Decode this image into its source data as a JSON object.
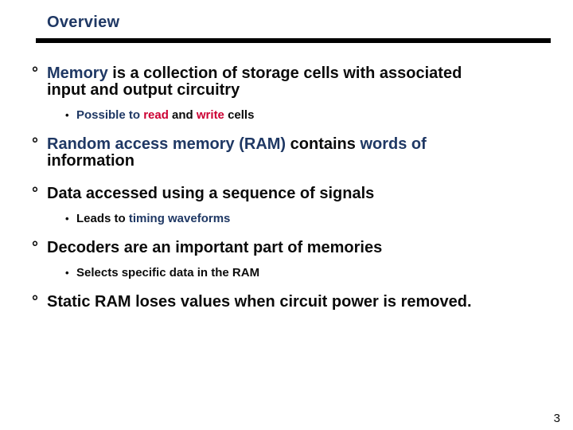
{
  "slide": {
    "title": "Overview",
    "page_number": "3",
    "colors": {
      "navy": "#1F3864",
      "red": "#CC0033",
      "black": "#0b0b0b",
      "rule": "#000000"
    },
    "bullets": [
      {
        "level": 1,
        "marker": "°",
        "lines": [
          [
            {
              "t": "Memory",
              "c": "navy"
            },
            {
              "t": " is a collection of storage cells with associated",
              "c": "black"
            }
          ],
          [
            {
              "t": "input and output circuitry",
              "c": "black"
            }
          ]
        ]
      },
      {
        "level": 2,
        "marker": "•",
        "lines": [
          [
            {
              "t": "Possible to ",
              "c": "navy"
            },
            {
              "t": "read",
              "c": "red"
            },
            {
              "t": " and ",
              "c": "black"
            },
            {
              "t": "write",
              "c": "red"
            },
            {
              "t": " cells",
              "c": "black"
            }
          ]
        ]
      },
      {
        "level": 1,
        "marker": "°",
        "lines": [
          [
            {
              "t": "Random access memory (RAM)",
              "c": "navy"
            },
            {
              "t": " contains ",
              "c": "black"
            },
            {
              "t": "words of",
              "c": "navy"
            }
          ],
          [
            {
              "t": "information",
              "c": "black"
            }
          ]
        ]
      },
      {
        "level": 1,
        "marker": "°",
        "lines": [
          [
            {
              "t": "Data accessed using a sequence of signals",
              "c": "black"
            }
          ]
        ]
      },
      {
        "level": 2,
        "marker": "•",
        "lines": [
          [
            {
              "t": "Leads to ",
              "c": "black"
            },
            {
              "t": "timing waveforms",
              "c": "navy"
            }
          ]
        ]
      },
      {
        "level": 1,
        "marker": "°",
        "lines": [
          [
            {
              "t": "Decoders are an important part of memories",
              "c": "black"
            }
          ]
        ]
      },
      {
        "level": 2,
        "marker": "•",
        "lines": [
          [
            {
              "t": "Selects specific data in the RAM",
              "c": "black"
            }
          ]
        ]
      },
      {
        "level": 1,
        "marker": "°",
        "lines": [
          [
            {
              "t": "Static RAM loses values when circuit power is removed.",
              "c": "black"
            }
          ]
        ]
      }
    ]
  }
}
